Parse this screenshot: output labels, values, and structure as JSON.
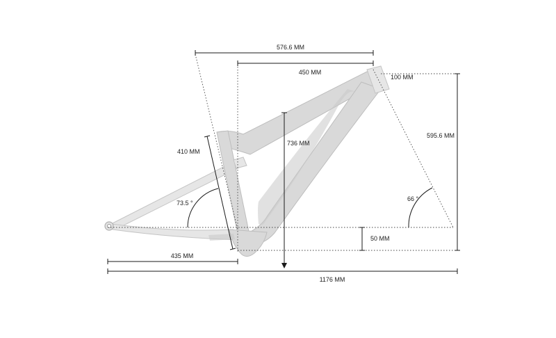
{
  "diagram": {
    "labels": {
      "reach_total": "576.6 MM",
      "reach": "450 MM",
      "head_tube": "100 MM",
      "stack": "595.6 MM",
      "seat_tube": "410 MM",
      "seat_tube_center": "736 MM",
      "seat_angle": "73.5 °",
      "head_angle": "66 °",
      "bb_drop": "50 MM",
      "chainstay": "435 MM",
      "wheelbase": "1176 MM"
    },
    "colors": {
      "frame": "#d9d9d9",
      "lines": "#1a1a1a"
    }
  }
}
